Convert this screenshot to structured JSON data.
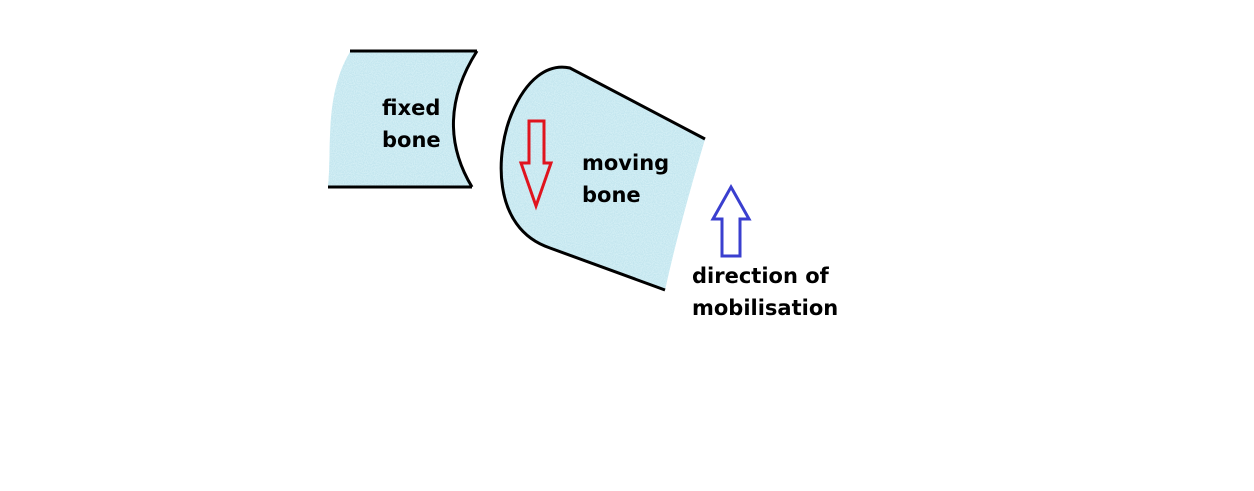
{
  "labels": {
    "fixed_bone": [
      "fixed",
      "bone"
    ],
    "moving_bone": [
      "moving",
      "bone"
    ],
    "direction": [
      "direction of",
      "mobilisation"
    ]
  },
  "colors": {
    "bone_fill": "#a9dbe8",
    "outline": "#000000",
    "glide_arrow": "#e0141e",
    "mobilisation_arrow": "#3a3fcf",
    "background": "#ffffff"
  }
}
